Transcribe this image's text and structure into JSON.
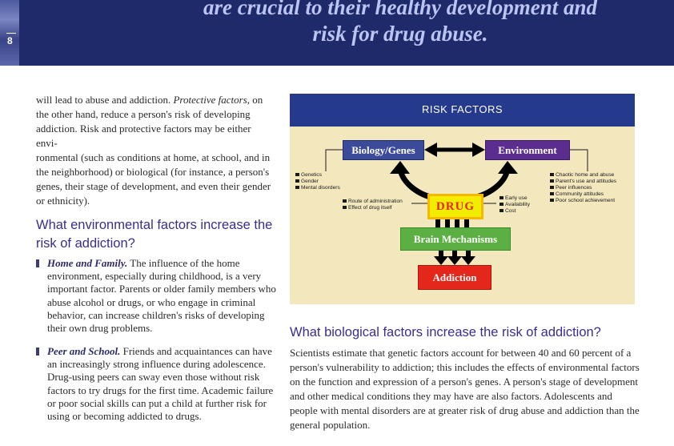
{
  "banner": {
    "page_number": "8",
    "headline_line1": "are crucial to their healthy development and",
    "headline_line2": "risk for drug abuse."
  },
  "left_column": {
    "intro_lines": [
      "will lead to abuse and addiction. Protective factors, on",
      "the other hand, reduce a person's risk of developing",
      "addiction. Risk and protective factors may be either envi-",
      "ronmental (such as conditions at home, at school, and in",
      "the neighborhood) or biological (for instance, a person's",
      "genes, their stage of development, and even their gender",
      "or ethnicity)."
    ],
    "env_heading": "What environmental factors increase the risk of addiction?",
    "bullets": [
      {
        "title": "Home and Family.",
        "text": "The influence of the home environment, especially during childhood, is a very important factor. Parents or older family members who abuse alcohol or drugs, or who engage in criminal behavior, can increase children's risks of developing their own drug problems."
      },
      {
        "title": "Peer and School.",
        "text": "Friends and acquaintances can have an increasingly strong influence during adolescence. Drug-using peers can sway even those without risk factors to try drugs for the first time. Academic failure or poor social skills can put a child at further risk for using or becoming addicted to drugs."
      }
    ]
  },
  "diagram": {
    "title": "RISK FACTORS",
    "boxes": {
      "biology": "Biology/Genes",
      "environment": "Environment",
      "drug": "DRUG",
      "brain": "Brain Mechanisms",
      "addiction": "Addiction"
    },
    "biology_list": [
      "Genetics",
      "Gender",
      "Mental disorders"
    ],
    "environment_list": [
      "Chaotic home and abuse",
      "Parent's use and attitudes",
      "Peer influences",
      "Community attitudes",
      "Poor school achievement"
    ],
    "drug_left_list": [
      "Route of administration",
      "Effect of drug itself"
    ],
    "drug_right_list": [
      "Early use",
      "Availability",
      "Cost"
    ],
    "colors": {
      "header": "#253a8c",
      "background": "#f2e7bd",
      "biology": "#3b4b9a",
      "environment": "#5a2d8e",
      "drug": "#f2ec00",
      "brain": "#5cb043",
      "addiction": "#e5261b"
    }
  },
  "right_column": {
    "bio_heading": "What biological factors increase the risk of addiction?",
    "bio_paragraph": "Scientists estimate that genetic factors account for between 40 and 60 percent of a person's vulnerability to addiction; this includes the effects of environmental factors on the function and expression of a person's genes. A person's stage of development and other medical conditions they may have are also factors. Adolescents and people with mental disorders are at greater risk of drug abuse and addiction than the general population."
  }
}
